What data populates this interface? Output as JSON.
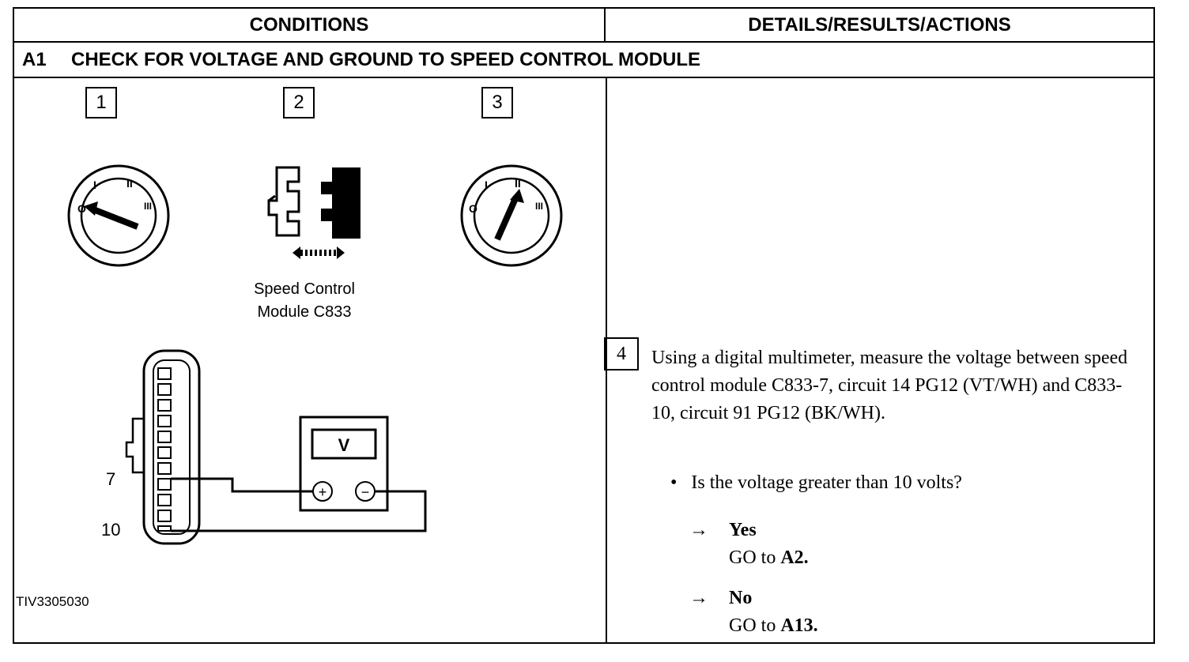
{
  "table": {
    "header_left": "CONDITIONS",
    "header_right": "DETAILS/RESULTS/ACTIONS"
  },
  "step": {
    "code": "A1",
    "title": "CHECK FOR VOLTAGE AND GROUND TO SPEED CONTROL MODULE"
  },
  "figure": {
    "boxes": [
      "1",
      "2",
      "3"
    ],
    "connector_label_line1": "Speed Control",
    "connector_label_line2": "Module C833",
    "pin_7": "7",
    "pin_10": "10",
    "meter_label": "V",
    "meter_plus": "+",
    "meter_minus": "−",
    "ignition_marks": [
      "O",
      "I",
      "II",
      "III"
    ],
    "figure_id": "TIV3305030"
  },
  "details": {
    "box": "4",
    "text": "Using a digital multimeter, measure the voltage between speed control module C833-7, circuit 14 PG12 (VT/WH) and C833-10, circuit 91 PG12 (BK/WH).",
    "bullet": "•",
    "question": "Is the voltage greater than 10 volts?",
    "arrow": "→",
    "yes_label": "Yes",
    "yes_go": "GO to",
    "yes_target": "A2.",
    "no_label": "No",
    "no_go": "GO to",
    "no_target": "A13."
  }
}
